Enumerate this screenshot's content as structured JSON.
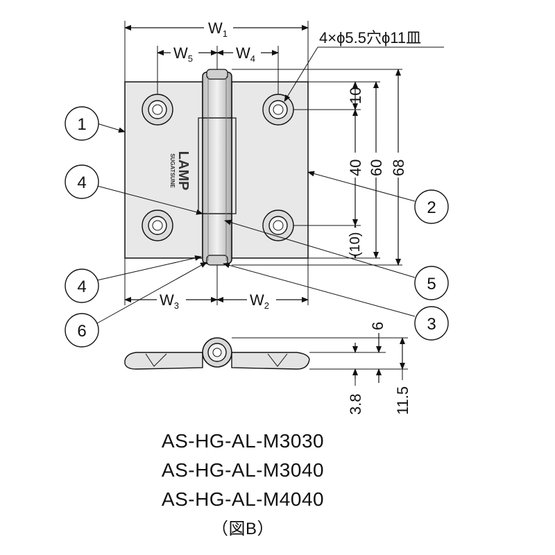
{
  "dimensions": {
    "w1": "W",
    "w1_sub": "1",
    "w5": "W",
    "w5_sub": "5",
    "w4": "W",
    "w4_sub": "4",
    "w3": "W",
    "w3_sub": "3",
    "w2": "W",
    "w2_sub": "2",
    "v10": "10",
    "v40": "40",
    "v60": "60",
    "v68": "68",
    "v10p": "(10)",
    "v6": "6",
    "v3_8": "3.8",
    "v11_5": "11.5",
    "hole_note": "4×ϕ5.5穴ϕ11皿"
  },
  "callouts": [
    "1",
    "2",
    "3",
    "4",
    "4",
    "5",
    "6"
  ],
  "logo": {
    "brand": "LAMP",
    "sub": "SUGATSUNE"
  },
  "models": [
    "AS-HG-AL-M3030",
    "AS-HG-AL-M3040",
    "AS-HG-AL-M4040"
  ],
  "figure_label": "（図B）",
  "colors": {
    "plate": "#e9e9e9",
    "line": "#111111",
    "knuckle": "#d6d6d6"
  }
}
